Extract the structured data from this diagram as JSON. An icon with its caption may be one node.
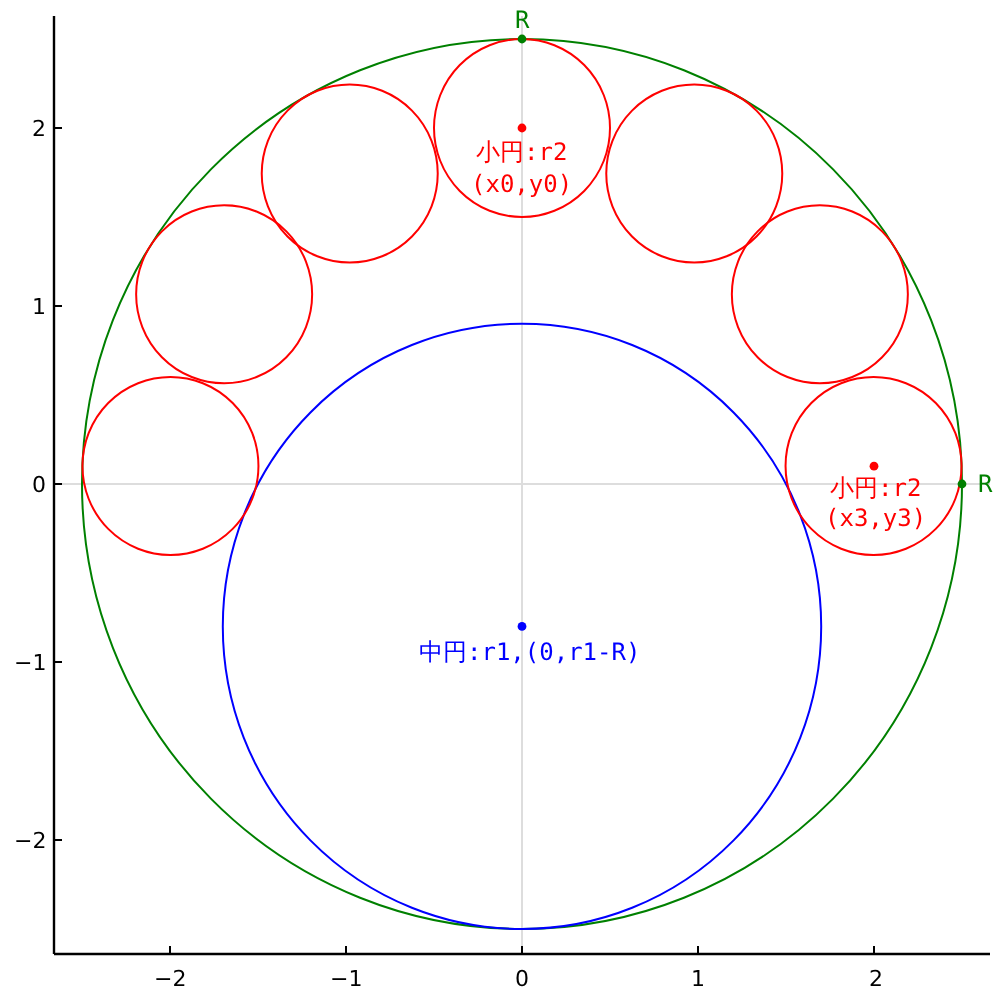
{
  "diagram": {
    "labels": [
      "R",
      "小円:r2",
      "(x0,y0)",
      "小円:r2",
      "(x3,y3)",
      "R",
      "中円:r1,(0,r1-R)",
      "2",
      "1",
      "0",
      "−1",
      "−2",
      "−2",
      "−1",
      "0",
      "1",
      "2"
    ]
  }
}
